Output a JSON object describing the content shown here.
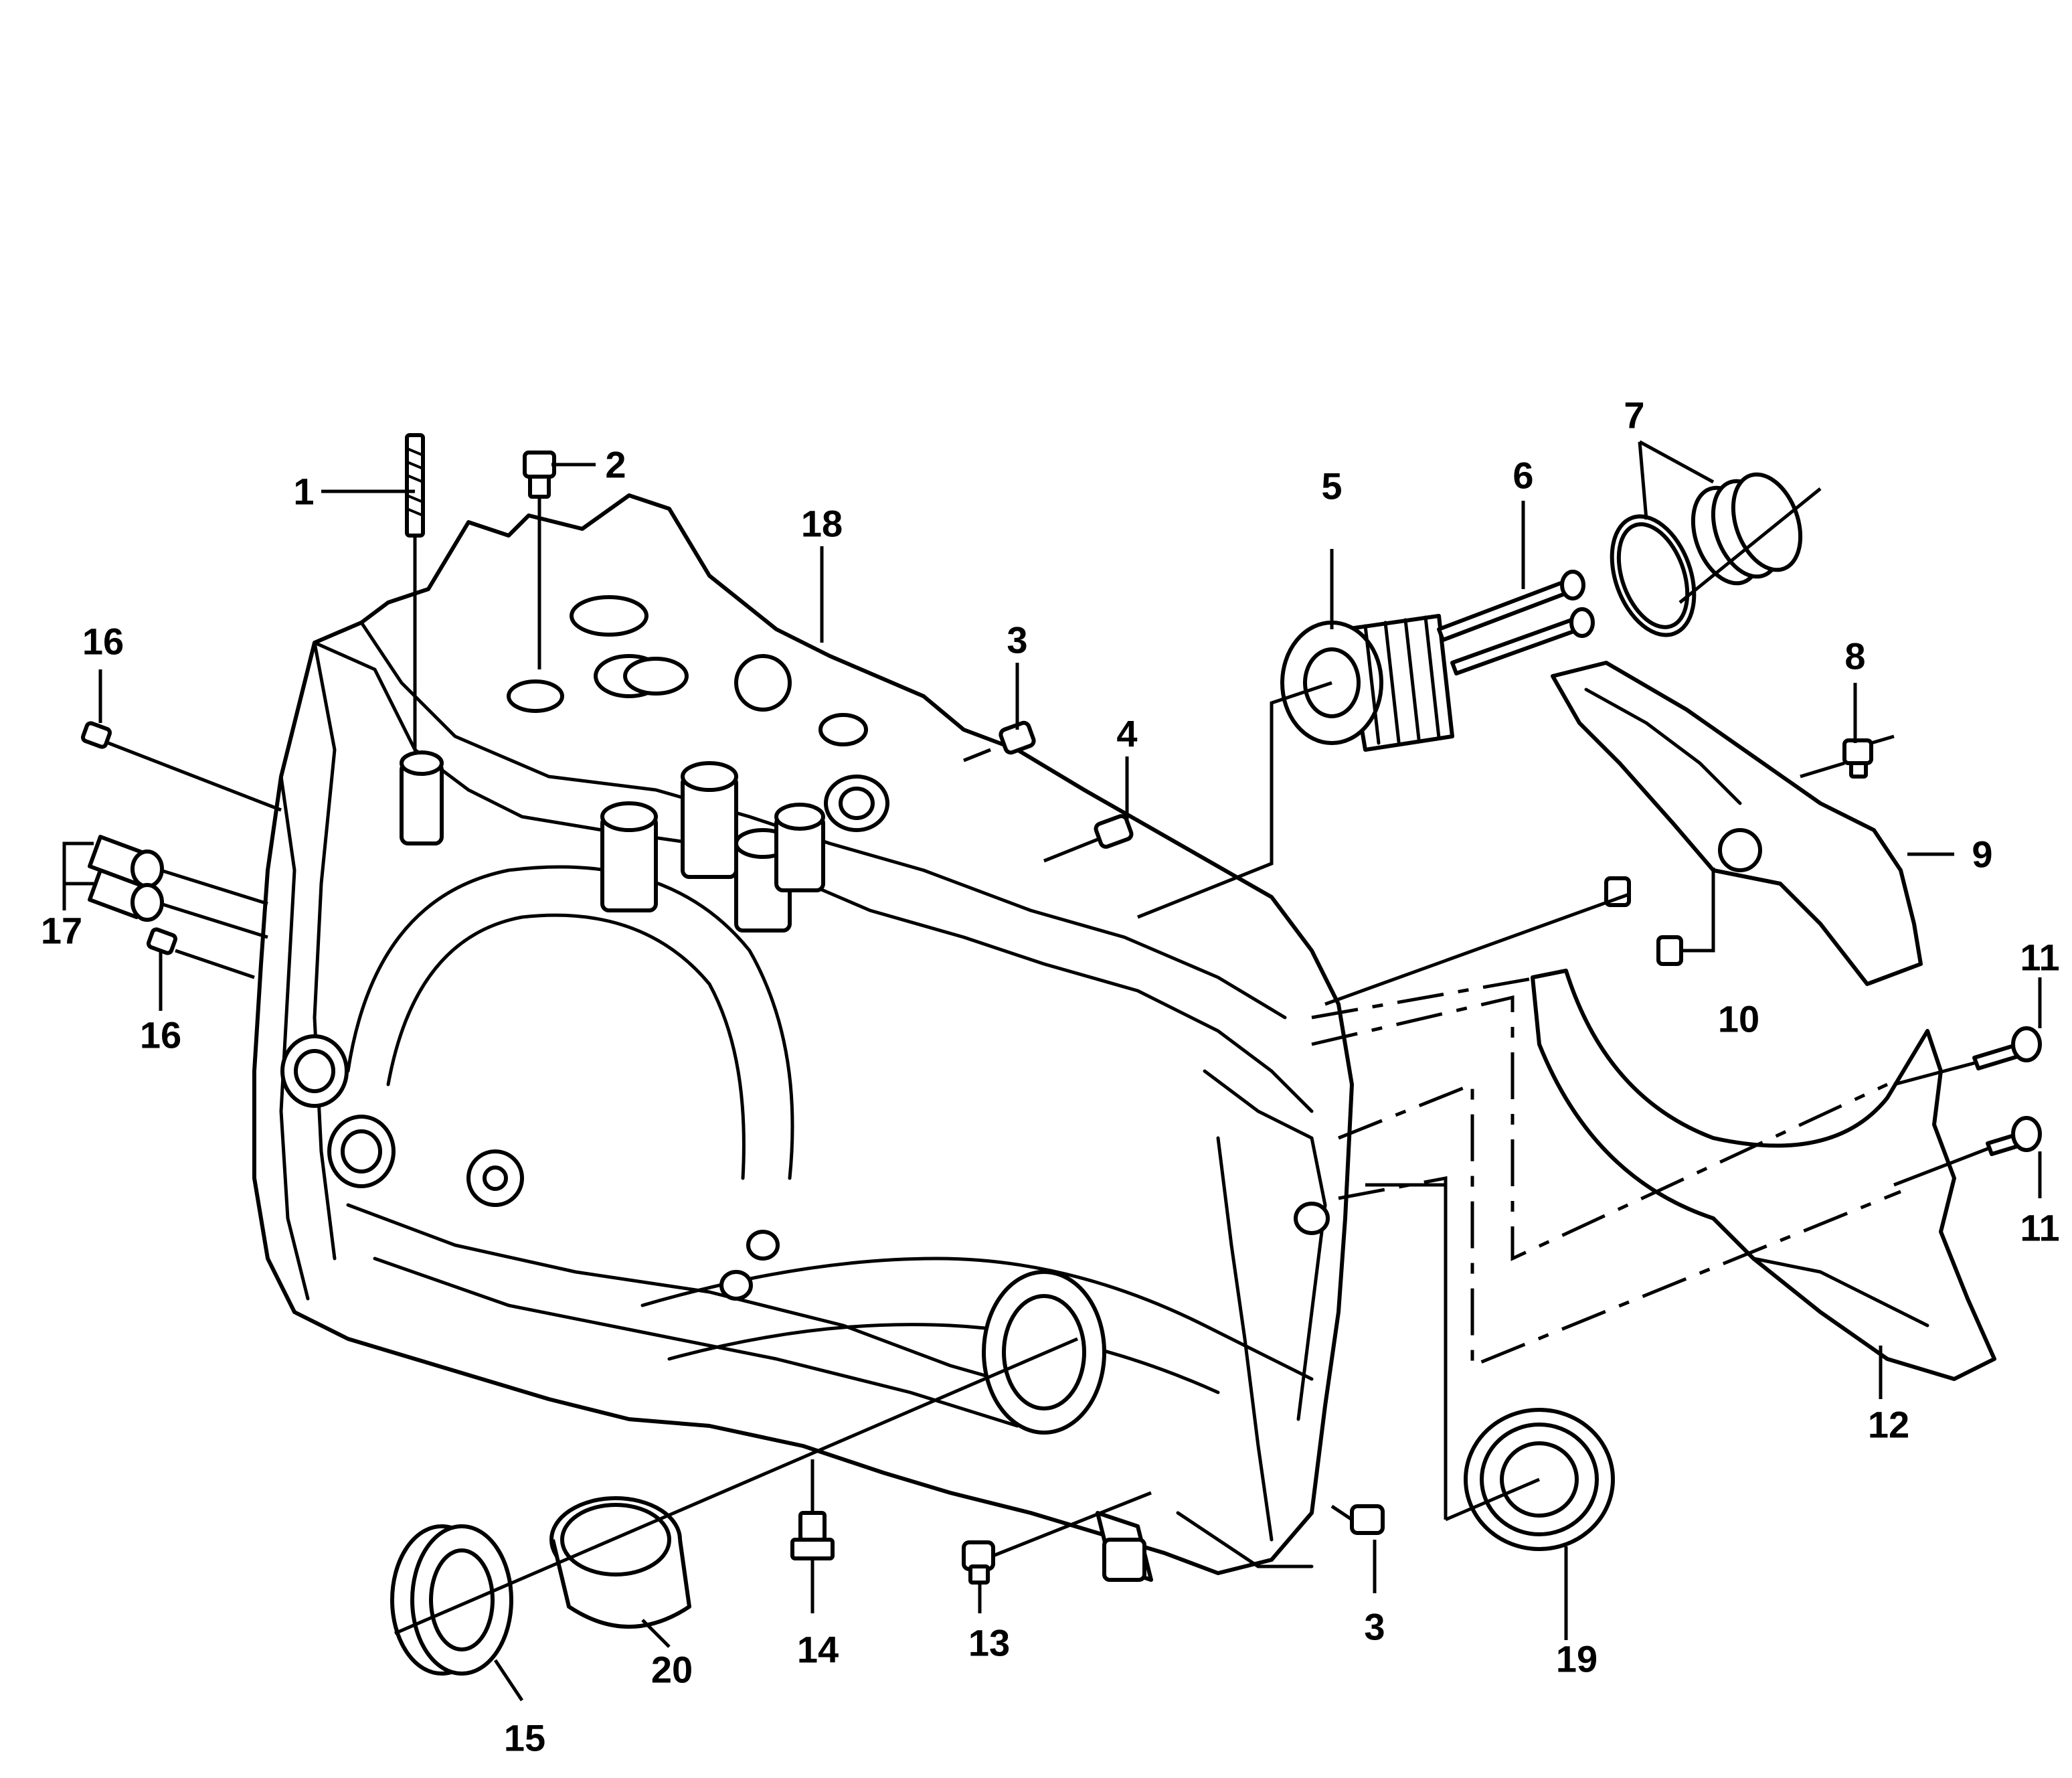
{
  "diagram": {
    "callouts": [
      {
        "id": "c1",
        "label": "1"
      },
      {
        "id": "c2",
        "label": "2"
      },
      {
        "id": "c3a",
        "label": "3"
      },
      {
        "id": "c3b",
        "label": "3"
      },
      {
        "id": "c4",
        "label": "4"
      },
      {
        "id": "c5",
        "label": "5"
      },
      {
        "id": "c6",
        "label": "6"
      },
      {
        "id": "c7",
        "label": "7"
      },
      {
        "id": "c8",
        "label": "8"
      },
      {
        "id": "c9",
        "label": "9"
      },
      {
        "id": "c10",
        "label": "10"
      },
      {
        "id": "c11a",
        "label": "11"
      },
      {
        "id": "c11b",
        "label": "11"
      },
      {
        "id": "c12",
        "label": "12"
      },
      {
        "id": "c13",
        "label": "13"
      },
      {
        "id": "c14",
        "label": "14"
      },
      {
        "id": "c15",
        "label": "15"
      },
      {
        "id": "c16a",
        "label": "16"
      },
      {
        "id": "c16b",
        "label": "16"
      },
      {
        "id": "c17",
        "label": "17"
      },
      {
        "id": "c18",
        "label": "18"
      },
      {
        "id": "c19",
        "label": "19"
      },
      {
        "id": "c20",
        "label": "20"
      }
    ]
  }
}
